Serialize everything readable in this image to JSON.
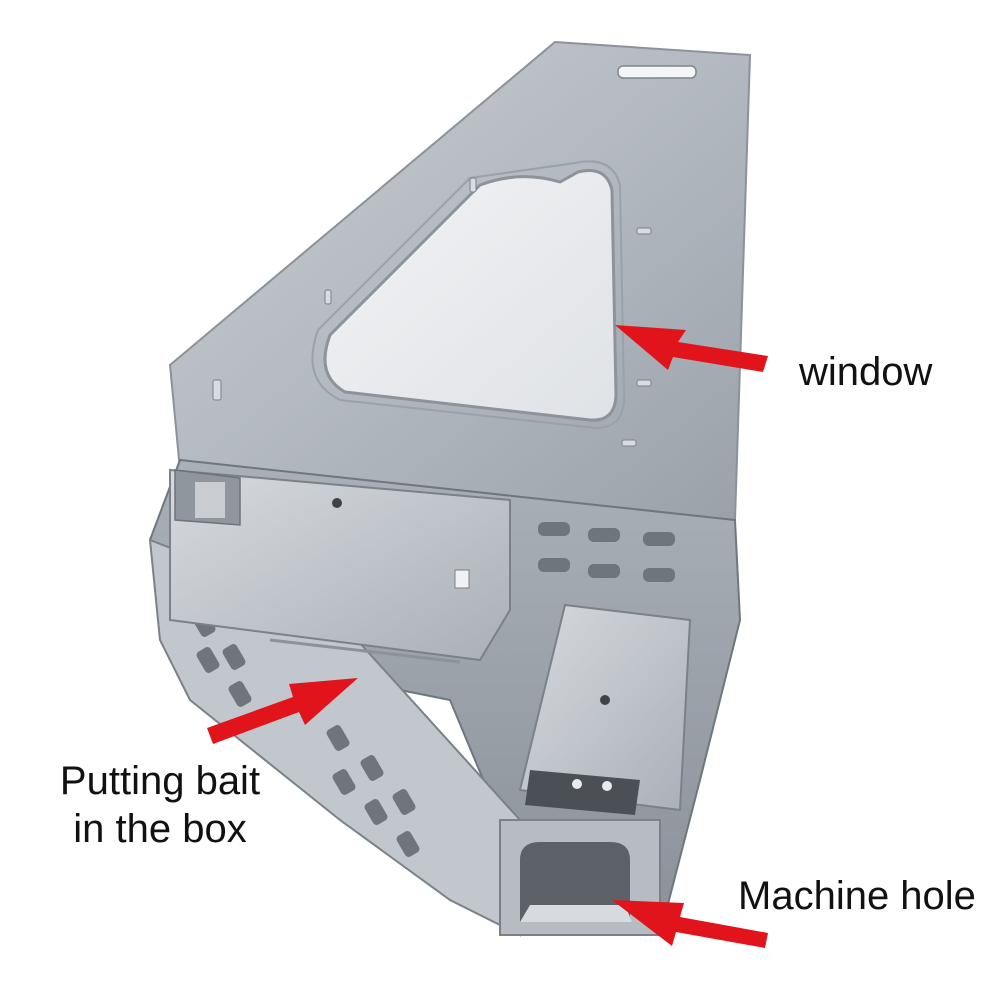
{
  "labels": {
    "window": "window",
    "bait_line1": "Putting bait",
    "bait_line2": "in the box",
    "machine_hole": "Machine hole"
  },
  "colors": {
    "arrow": "#e0141a",
    "metal_light": "#d9dde2",
    "metal_mid": "#b3b9c0",
    "metal_dark": "#868d95",
    "window_glass": "#e9ecef",
    "background": "#ffffff"
  }
}
